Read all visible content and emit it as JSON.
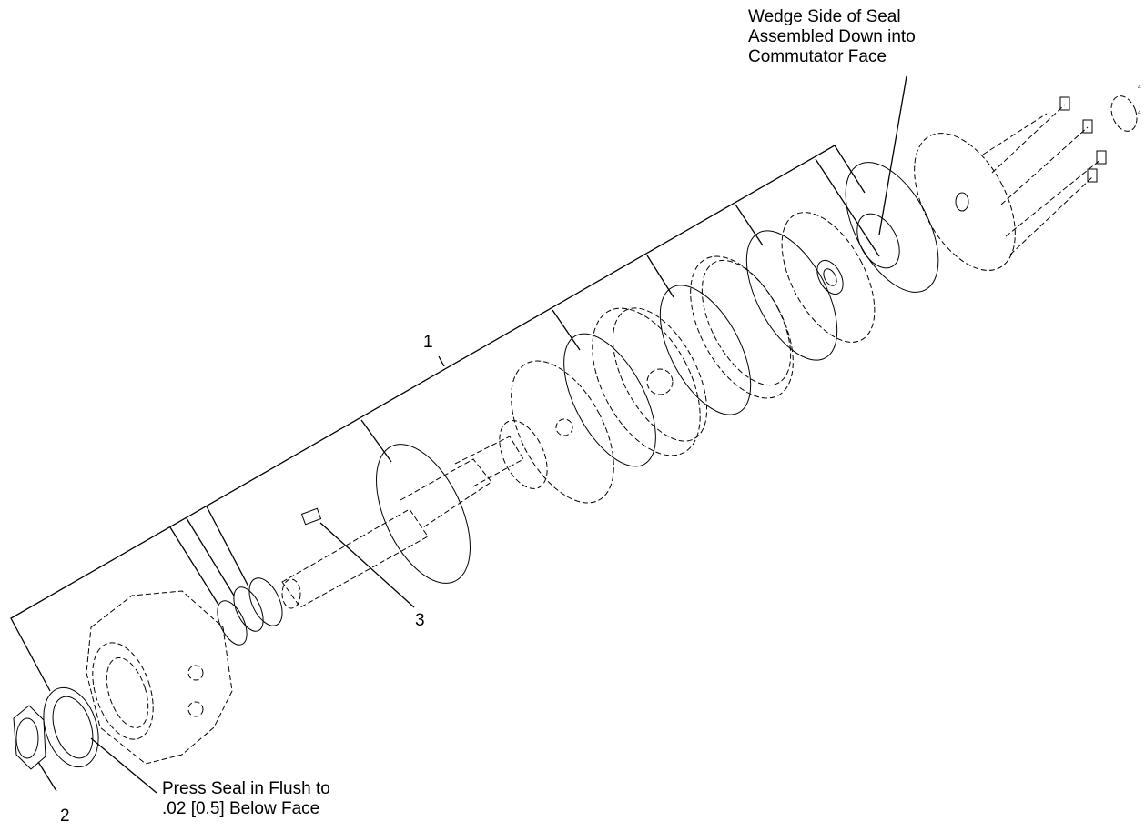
{
  "callouts": {
    "item_1": "1",
    "item_2": "2",
    "item_3": "3",
    "note_top": [
      "Wedge Side of Seal",
      "Assembled Down into",
      "Commutator Face"
    ],
    "note_bottom": [
      "Press Seal in Flush to",
      ".02 [0.5] Below Face"
    ]
  },
  "colors": {
    "line": "#000000",
    "background": "#ffffff"
  }
}
